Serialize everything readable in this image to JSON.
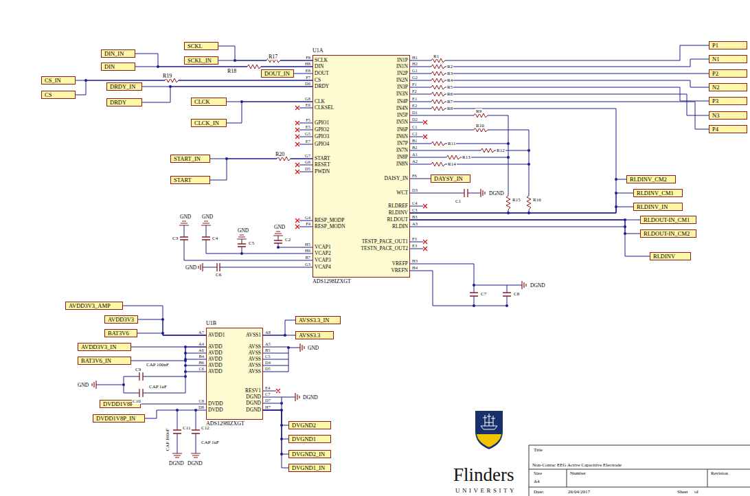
{
  "diagram": {
    "nodes": [
      {
        "text": [
          "DIN_IN"
        ]
      },
      {
        "text": [
          "DIN"
        ]
      },
      {
        "text": [
          "SCKL"
        ]
      },
      {
        "text": [
          "SCKL_IN"
        ]
      },
      {
        "text": [
          "DOUT_IN"
        ]
      },
      {
        "text": [
          "CS_IN"
        ]
      },
      {
        "text": [
          "CS"
        ]
      },
      {
        "text": [
          "DRDY_IN"
        ]
      },
      {
        "text": [
          "DRDY"
        ]
      },
      {
        "text": [
          "CLCK"
        ]
      },
      {
        "text": [
          "CLCK_IN"
        ]
      },
      {
        "text": [
          "START_IN"
        ]
      },
      {
        "text": [
          "START"
        ]
      },
      {
        "text": [
          "DAYSY_IN"
        ]
      },
      {
        "text": [
          "P1"
        ]
      },
      {
        "text": [
          "N1"
        ]
      },
      {
        "text": [
          "P2"
        ]
      },
      {
        "text": [
          "N2"
        ]
      },
      {
        "text": [
          "P3"
        ]
      },
      {
        "text": [
          "N3"
        ]
      },
      {
        "text": [
          "P4"
        ]
      },
      {
        "text": [
          "RLDINV_CM2"
        ]
      },
      {
        "text": [
          "RLDINV_CM1"
        ]
      },
      {
        "text": [
          "RLDINV_IN"
        ]
      },
      {
        "text": [
          "RLDOUT-IN_CM1"
        ]
      },
      {
        "text": [
          "RLDOUT-IN_CM2"
        ]
      },
      {
        "text": [
          "RLDINV"
        ]
      },
      {
        "text": [
          "AVDD3V3_AMP"
        ]
      },
      {
        "text": [
          "AVDD3V3"
        ]
      },
      {
        "text": [
          "BAT3V6"
        ]
      },
      {
        "text": [
          "AVDD3V3_IN"
        ]
      },
      {
        "text": [
          "BAT3V6_IN"
        ]
      },
      {
        "text": [
          "DVDD1V8P"
        ]
      },
      {
        "text": [
          "DVDD1V8P_IN"
        ]
      },
      {
        "text": [
          "AVSS3.3_IN"
        ]
      },
      {
        "text": [
          "AVSS3.3"
        ]
      },
      {
        "text": [
          "DVGND2"
        ]
      },
      {
        "text": [
          "DVGND1"
        ]
      },
      {
        "text": [
          "DVGND2_IN"
        ]
      },
      {
        "text": [
          "DVGND1_IN"
        ]
      },
      {
        "text": [
          "U1A",
          "ADS1298IZXGT"
        ]
      },
      {
        "text": [
          "U1B",
          "ADS1298IZXGT"
        ]
      }
    ],
    "edges": [
      {
        "from": 0,
        "to": 40,
        "arrow": "none"
      },
      {
        "from": 1,
        "to": 40,
        "arrow": "none"
      },
      {
        "from": 2,
        "to": 40,
        "arrow": "none"
      },
      {
        "from": 3,
        "to": 40,
        "arrow": "none"
      },
      {
        "from": 4,
        "to": 40,
        "arrow": "none"
      },
      {
        "from": 5,
        "to": 40,
        "arrow": "none"
      },
      {
        "from": 6,
        "to": 40,
        "arrow": "none"
      },
      {
        "from": 7,
        "to": 40,
        "arrow": "none"
      },
      {
        "from": 8,
        "to": 40,
        "arrow": "none"
      },
      {
        "from": 9,
        "to": 40,
        "arrow": "none"
      },
      {
        "from": 10,
        "to": 40,
        "arrow": "none"
      },
      {
        "from": 11,
        "to": 40,
        "arrow": "none"
      },
      {
        "from": 12,
        "to": 40,
        "arrow": "none"
      },
      {
        "from": 13,
        "to": 40,
        "arrow": "none"
      },
      {
        "from": 14,
        "to": 40,
        "arrow": "none"
      },
      {
        "from": 15,
        "to": 40,
        "arrow": "none"
      },
      {
        "from": 16,
        "to": 40,
        "arrow": "none"
      },
      {
        "from": 17,
        "to": 40,
        "arrow": "none"
      },
      {
        "from": 18,
        "to": 40,
        "arrow": "none"
      },
      {
        "from": 19,
        "to": 40,
        "arrow": "none"
      },
      {
        "from": 20,
        "to": 40,
        "arrow": "none"
      },
      {
        "from": 21,
        "to": 40,
        "arrow": "none"
      },
      {
        "from": 22,
        "to": 40,
        "arrow": "none"
      },
      {
        "from": 23,
        "to": 40,
        "arrow": "none"
      },
      {
        "from": 24,
        "to": 40,
        "arrow": "none"
      },
      {
        "from": 25,
        "to": 40,
        "arrow": "none"
      },
      {
        "from": 26,
        "to": 40,
        "arrow": "none"
      },
      {
        "from": 27,
        "to": 41,
        "arrow": "none"
      },
      {
        "from": 28,
        "to": 41,
        "arrow": "none"
      },
      {
        "from": 29,
        "to": 41,
        "arrow": "none"
      },
      {
        "from": 30,
        "to": 41,
        "arrow": "none"
      },
      {
        "from": 31,
        "to": 41,
        "arrow": "none"
      },
      {
        "from": 32,
        "to": 41,
        "arrow": "none"
      },
      {
        "from": 33,
        "to": 41,
        "arrow": "none"
      },
      {
        "from": 34,
        "to": 41,
        "arrow": "none"
      },
      {
        "from": 35,
        "to": 41,
        "arrow": "none"
      },
      {
        "from": 36,
        "to": 41,
        "arrow": "none"
      },
      {
        "from": 37,
        "to": 41,
        "arrow": "none"
      },
      {
        "from": 38,
        "to": 41,
        "arrow": "none"
      },
      {
        "from": 39,
        "to": 41,
        "arrow": "none"
      }
    ],
    "labels": [
      "F8",
      "SCLK",
      "H8",
      "DIN",
      "E8",
      "DOUT",
      "F7",
      "CS",
      "D6",
      "DRDY",
      "G8",
      "CLK",
      "E6",
      "CLKSEL",
      "F5",
      "GPIO1",
      "E5",
      "GPIO2",
      "G5",
      "GPIO3",
      "E7",
      "GPIO4",
      "G7",
      "START",
      "G6",
      "RESET",
      "D5",
      "PWDN",
      "G4",
      "RESP_MODP",
      "F4",
      "RESP_MODN",
      "H5",
      "VCAP1",
      "H6",
      "VCAP2",
      "B7",
      "VCAP3",
      "G3",
      "VCAP4",
      "H1",
      "IN1P",
      "H2",
      "IN1N",
      "G1",
      "IN2P",
      "G2",
      "IN2N",
      "F1",
      "IN3P",
      "F2",
      "IN3N",
      "E1",
      "IN4P",
      "E2",
      "IN4N",
      "D1",
      "IN5P",
      "D2",
      "IN5N",
      "C1",
      "IN6P",
      "C2",
      "IN6N",
      "B1",
      "IN7P",
      "B2",
      "IN7N",
      "A1",
      "IN8P",
      "A2",
      "IN8N",
      "F6",
      "DAISY_IN",
      "D3",
      "WCT",
      "C4",
      "RLDREF",
      "C3",
      "RLDINV",
      "B3",
      "RLDOUT",
      "A3",
      "RLDIN",
      "F3",
      "TESTP_PACE_OUT1",
      "E3",
      "TESTN_PACE_OUT2",
      "H3",
      "VREFP",
      "H4",
      "VREFN",
      "A7",
      "AVDD1",
      "A4",
      "AVDD",
      "A6",
      "AVDD",
      "B4",
      "AVDD",
      "B6",
      "AVDD",
      "C6",
      "AVDD",
      "C8",
      "DVDD",
      "D8",
      "DVDD",
      "A8",
      "AVSS1",
      "A5",
      "AVSS",
      "B5",
      "AVSS",
      "C5",
      "AVSS",
      "D4",
      "AVSS",
      "D5",
      "AVSS",
      "E4",
      "RESV1",
      "C7",
      "DGND",
      "D7",
      "DGND",
      "H7",
      "DGND",
      "R17",
      "R18",
      "R19",
      "R20",
      "R1",
      "R2",
      "R3",
      "R4",
      "R5",
      "R6",
      "R7",
      "R8",
      "R9",
      "R10",
      "R11",
      "R12",
      "R13",
      "R14",
      "R15",
      "R16",
      "C1",
      "C2",
      "C3",
      "C4",
      "C5",
      "C6",
      "C7",
      "C8",
      "C9",
      "C10",
      "C11",
      "C12",
      "CAP 100nF",
      "CAP 1uF",
      "CAP 100nF",
      "CAP 1uF",
      "GND",
      "GND",
      "GND",
      "GND",
      "GND",
      "DGND",
      "DGND",
      "GND",
      "DGND",
      "GND",
      "DGND",
      "DGND",
      "Title",
      "Non-Contac EEG Active Capacitive Electrode",
      "Size",
      "A4",
      "Number",
      "Revision",
      "Date:",
      "26/04/2017",
      "Sheet",
      "of",
      "Flinders",
      "UNIVERSITY"
    ]
  }
}
